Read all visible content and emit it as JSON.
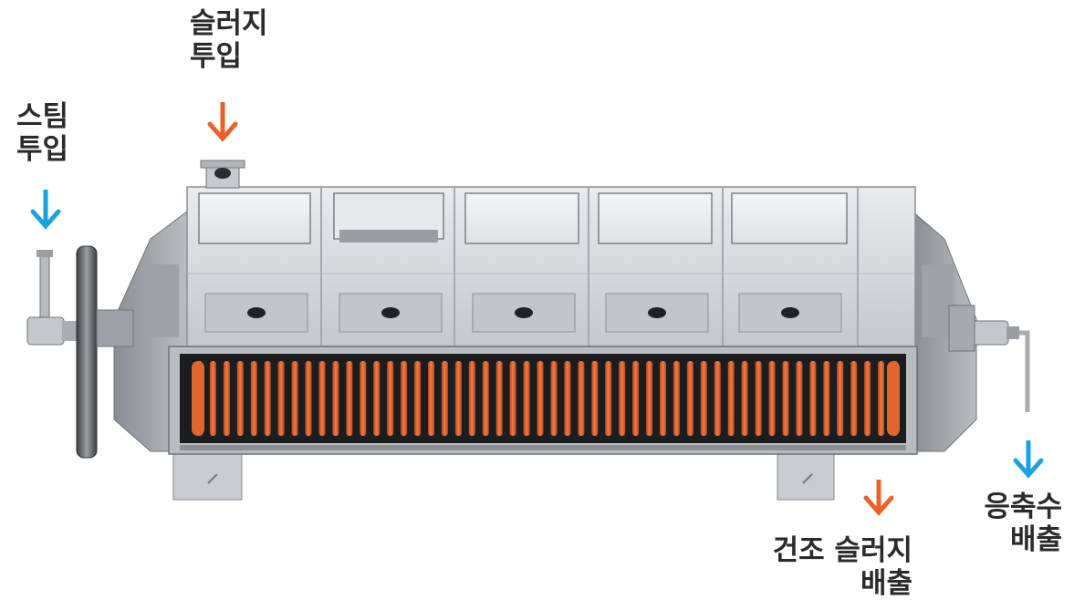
{
  "labels": {
    "sludge_in": [
      "슬러지",
      "투입"
    ],
    "steam_in": [
      "스팀",
      "투입"
    ],
    "dry_sludge_out": [
      "건조 슬러지",
      "배출"
    ],
    "condensate_out": [
      "응축수",
      "배출"
    ]
  },
  "colors": {
    "arrow_orange": "#e8622a",
    "arrow_blue": "#1aa3e0",
    "heating_coil": "#e0652f",
    "body_steel": "#cfd2d6",
    "frame_dark": "#8c9095"
  },
  "icons": {
    "sludge_arrow": "arrow-down-orange",
    "steam_arrow": "arrow-down-blue",
    "dry_sludge_arrow": "arrow-down-orange",
    "condensate_arrow": "arrow-down-blue"
  }
}
